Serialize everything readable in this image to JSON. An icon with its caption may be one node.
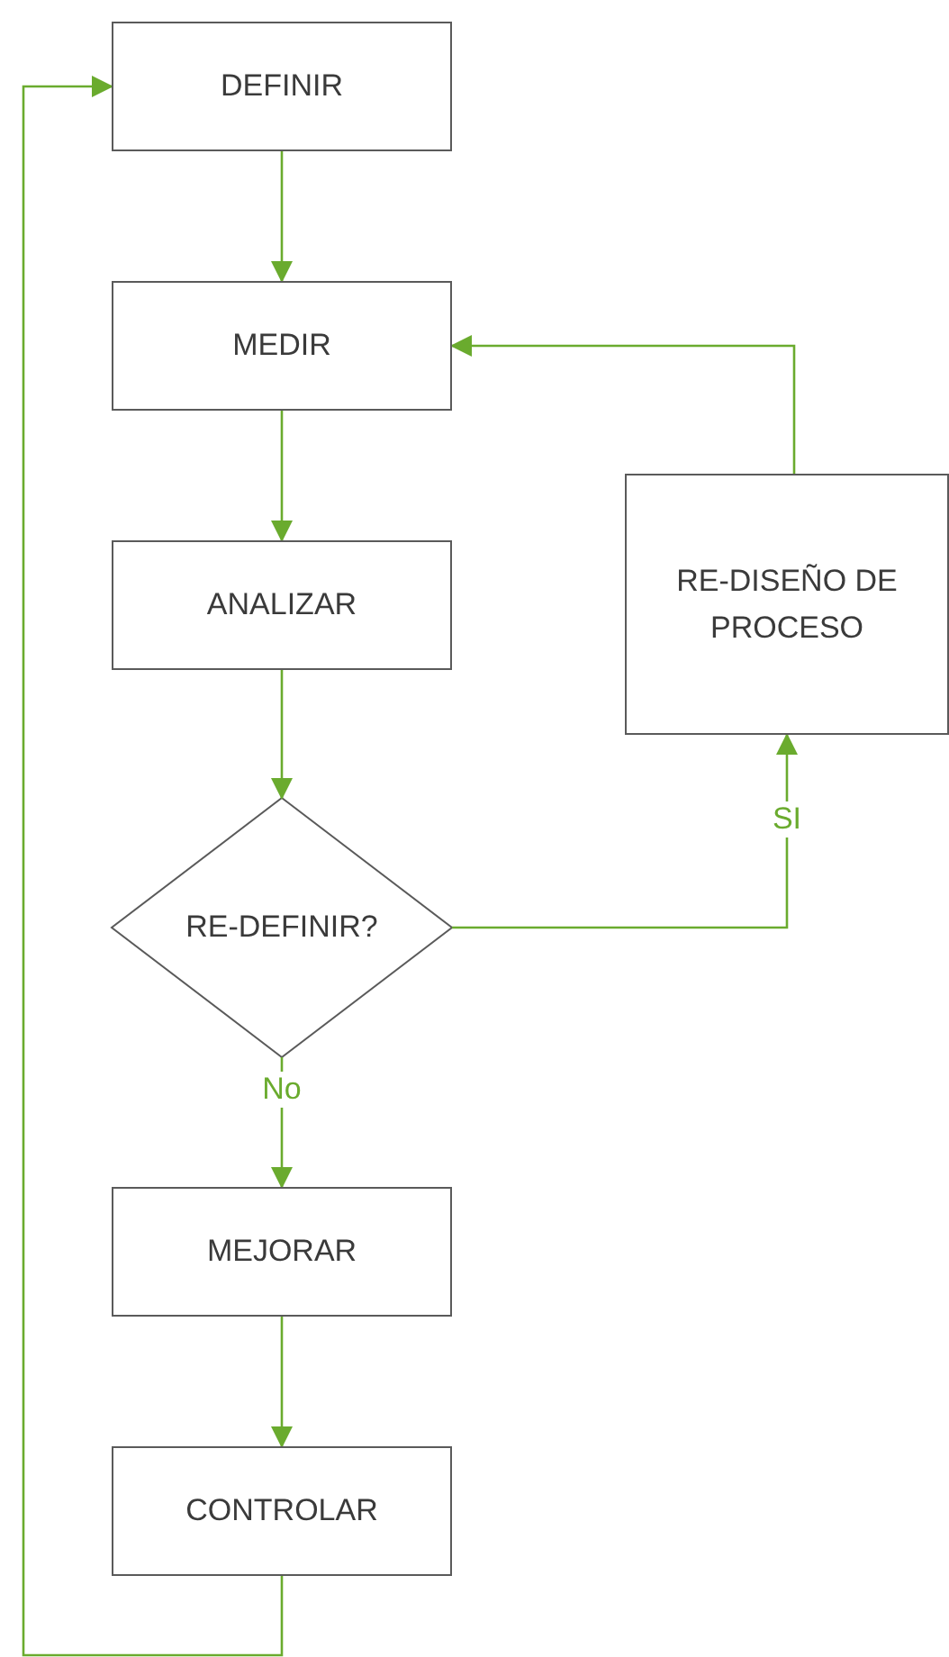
{
  "diagram": {
    "nodes": [
      {
        "text": [
          "DEFINIR"
        ]
      },
      {
        "text": [
          "MEDIR"
        ]
      },
      {
        "text": [
          "ANALIZAR"
        ]
      },
      {
        "text": [
          "RE-DEFINIR?"
        ]
      },
      {
        "text": [
          "MEJORAR"
        ]
      },
      {
        "text": [
          "CONTROLAR"
        ]
      },
      {
        "text": [
          "RE-DISEÑO DE PROCESO"
        ]
      }
    ],
    "edges": [
      {
        "from": 0,
        "to": 1,
        "arrow": "to"
      },
      {
        "from": 1,
        "to": 2,
        "arrow": "to"
      },
      {
        "from": 2,
        "to": 3,
        "arrow": "to"
      },
      {
        "from": 3,
        "to": 4,
        "arrow": "to",
        "label": "No"
      },
      {
        "from": 4,
        "to": 5,
        "arrow": "to"
      },
      {
        "from": 3,
        "to": 6,
        "arrow": "to",
        "label": "SI"
      },
      {
        "from": 6,
        "to": 1,
        "arrow": "to"
      },
      {
        "from": 5,
        "to": 0,
        "arrow": "to"
      }
    ]
  }
}
